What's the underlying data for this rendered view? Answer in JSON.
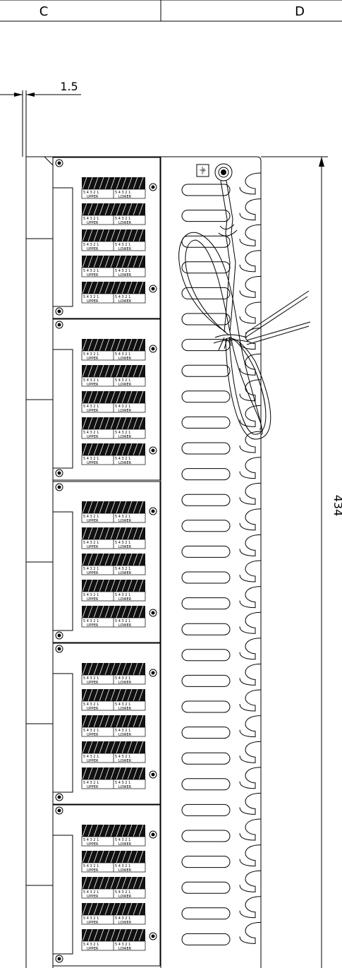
{
  "title_block": {
    "col_c": "C",
    "col_d": "D"
  },
  "dimensions": {
    "offset": "1.5",
    "height": "434"
  },
  "module_labels": {
    "upper": "UPPER",
    "lower": "LOWER",
    "pins": "5 4 3 2 1"
  },
  "icons": [
    "ground-symbol-icon",
    "ground-stud-icon",
    "mounting-screw-icon",
    "cable-bundle-icon"
  ]
}
